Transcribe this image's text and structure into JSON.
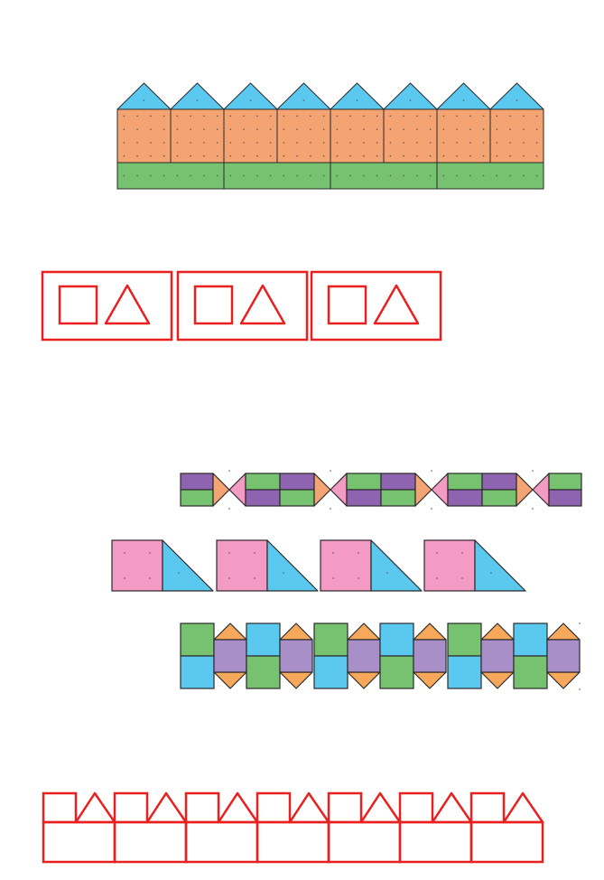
{
  "colors": {
    "blue": "#5bc8f0",
    "orange": "#f4a373",
    "green": "#77c271",
    "pink": "#f39ac5",
    "purple": "#8e64b0",
    "lilac": "#a98fc8",
    "tri_orange": "#f7a85a",
    "red": "#e8201f",
    "outline": "#2a2a2a"
  },
  "patterns": [
    {
      "name": "house-strip",
      "units": 8,
      "units_per_group": 2,
      "shapes": [
        "triangle",
        "square",
        "rectangle"
      ]
    },
    {
      "name": "square-triangle-boxes",
      "units": 3,
      "shapes": [
        "square",
        "triangle"
      ]
    },
    {
      "name": "bowtie-strip",
      "units": 4,
      "shapes": [
        "square",
        "triangle"
      ]
    },
    {
      "name": "square-right-triangle-row",
      "units": 4,
      "shapes": [
        "square",
        "right-triangle"
      ]
    },
    {
      "name": "hexagon-strip",
      "units": 3,
      "shapes": [
        "square",
        "hexagon",
        "triangle"
      ]
    },
    {
      "name": "red-house-strip",
      "units": 7,
      "shapes": [
        "square",
        "triangle",
        "rectangle"
      ]
    }
  ]
}
